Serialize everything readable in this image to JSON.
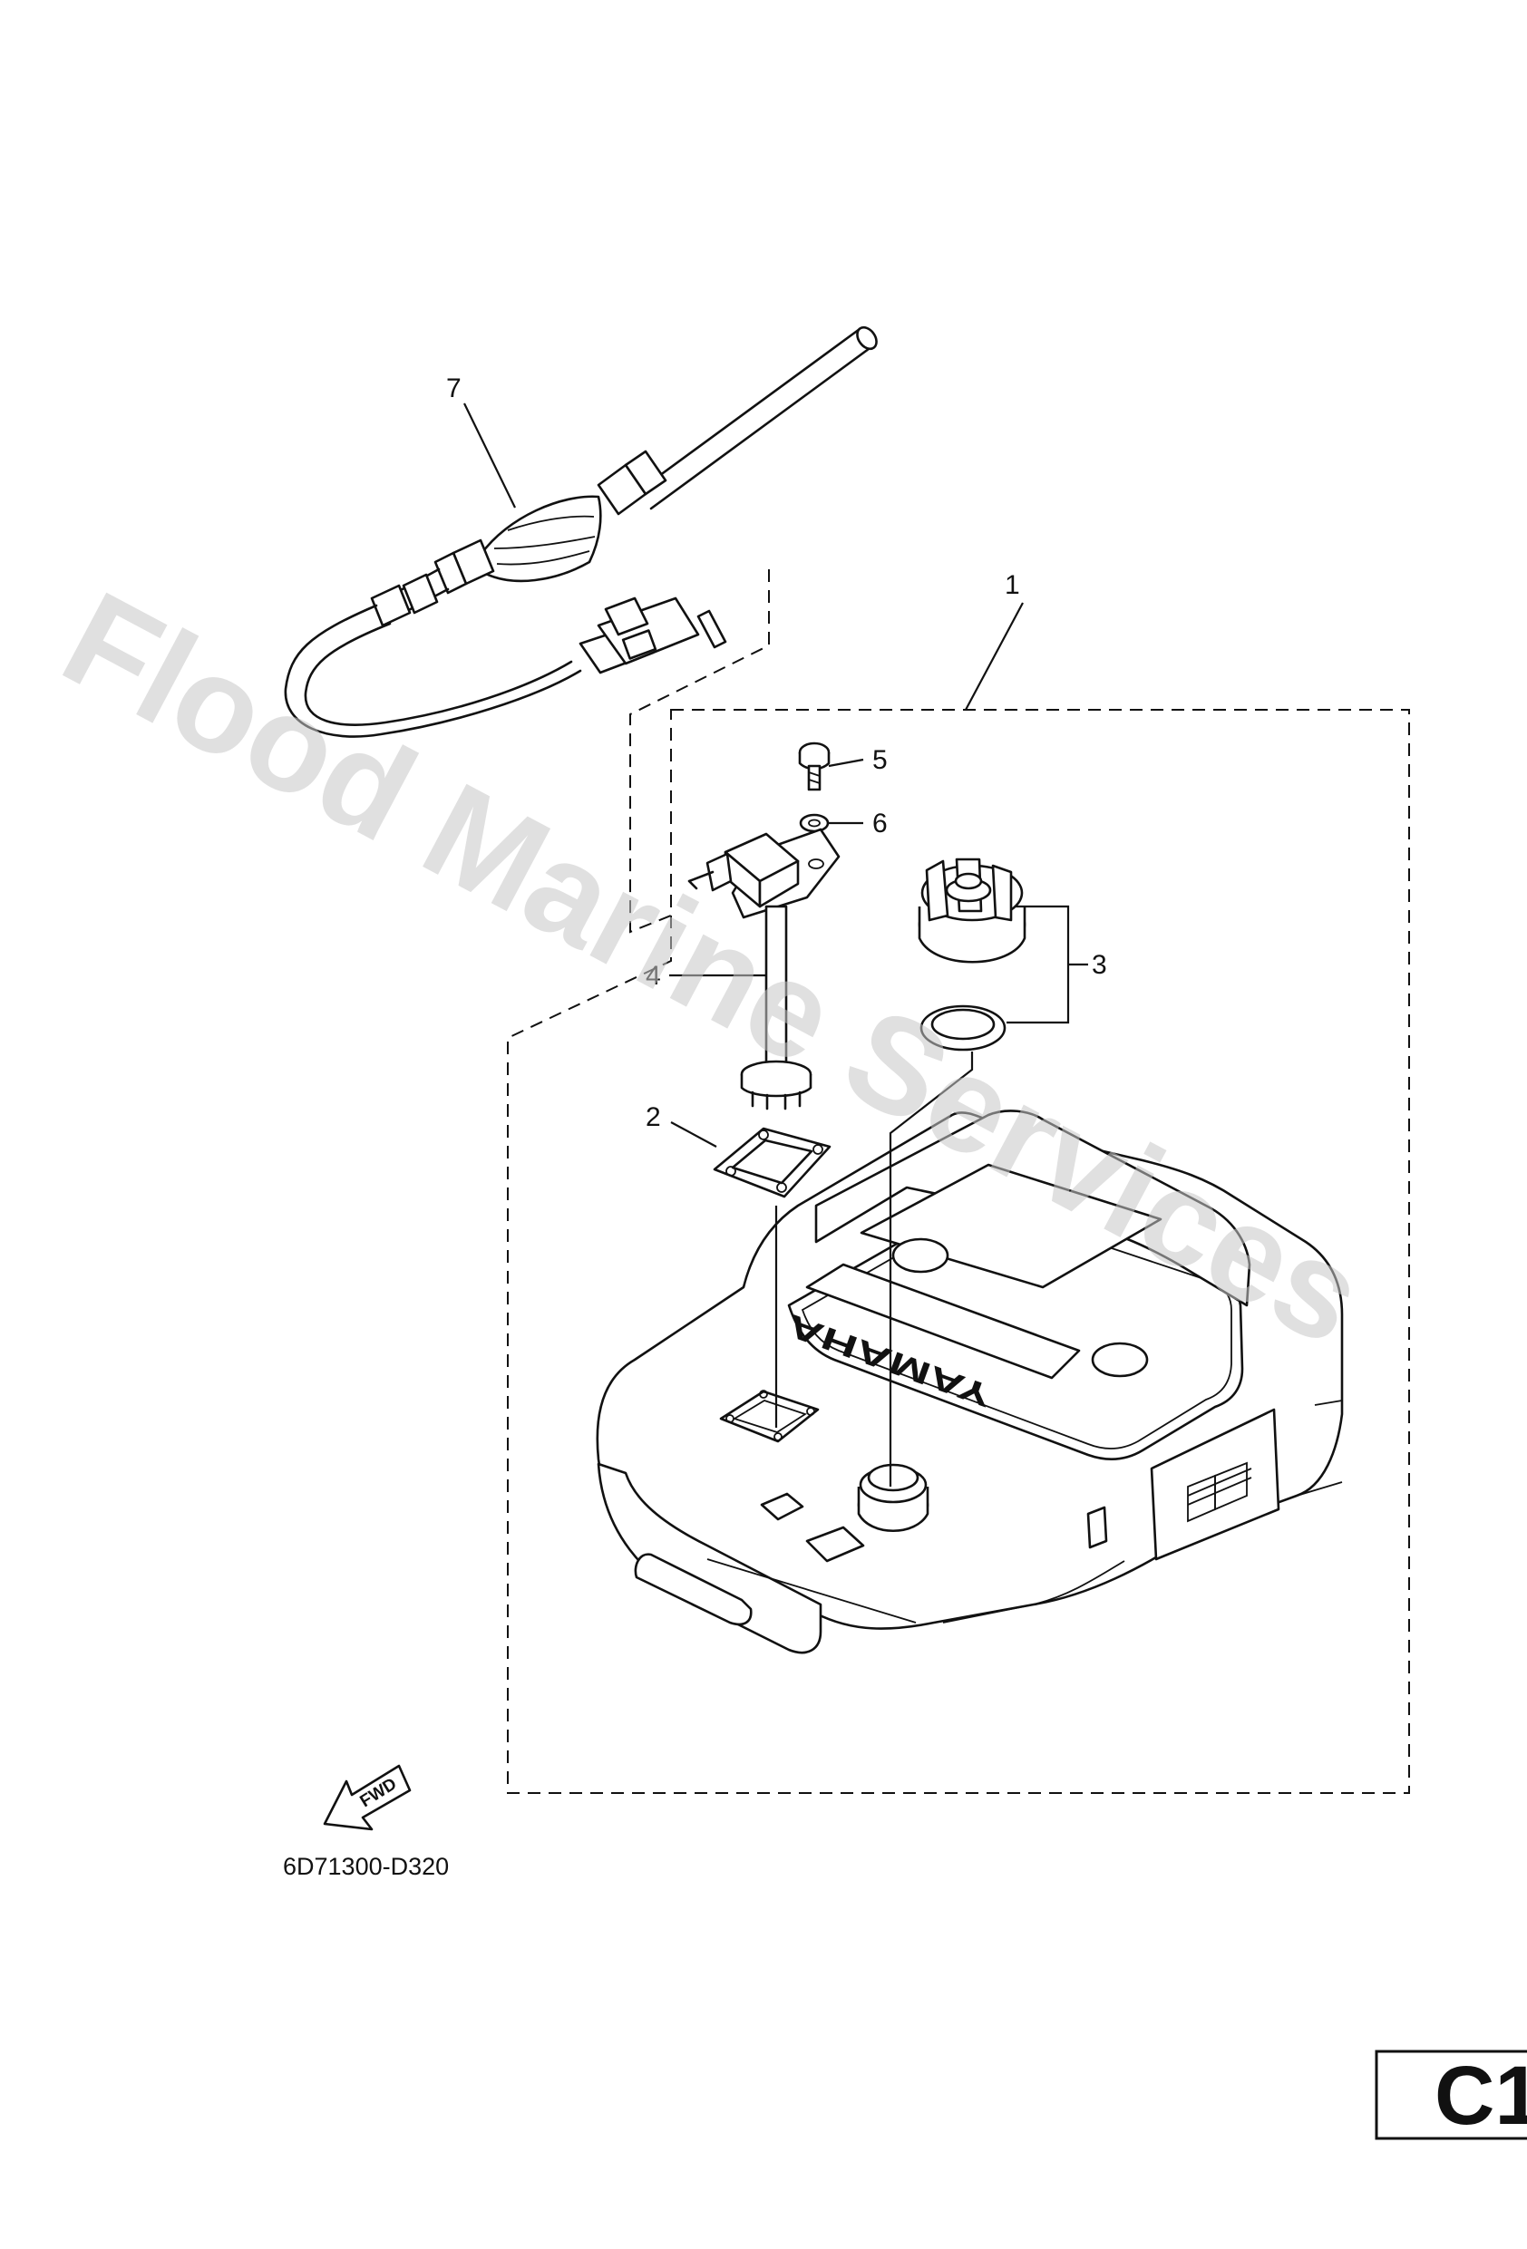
{
  "callouts": {
    "c1": "1",
    "c2": "2",
    "c3": "3",
    "c4": "4",
    "c5": "5",
    "c6": "6",
    "c7": "7"
  },
  "fwd_label": "FWD",
  "tank_brand": "YAMAHA",
  "diagram_ref": "6D71300-D320",
  "page_code": "C1",
  "watermark": "Flood Marine Services"
}
